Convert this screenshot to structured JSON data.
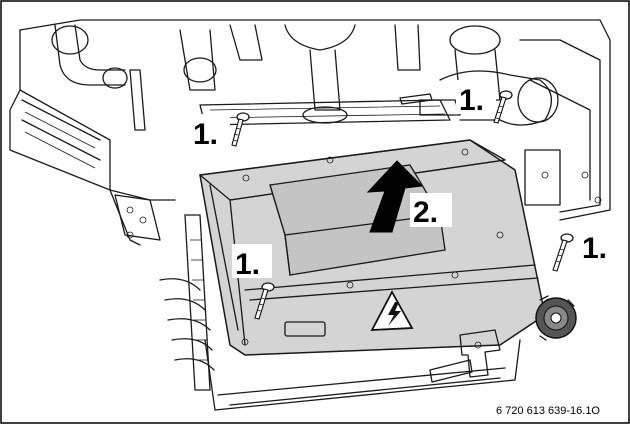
{
  "labels": {
    "screw_top_left": "1.",
    "screw_top_right": "1.",
    "screw_left": "1.",
    "screw_right": "1.",
    "lift_arrow": "2."
  },
  "figure_id": "6 720 613 639-16.1O",
  "colors": {
    "frame": "#000000",
    "panel_fill": "#d4d4d4",
    "lid_fill": "#c4c4c4",
    "arrow_fill": "#000000",
    "label_bg": "#ffffff"
  },
  "icons": {
    "warning": "high-voltage-warning-icon",
    "arrow": "lift-up-arrow-icon"
  }
}
